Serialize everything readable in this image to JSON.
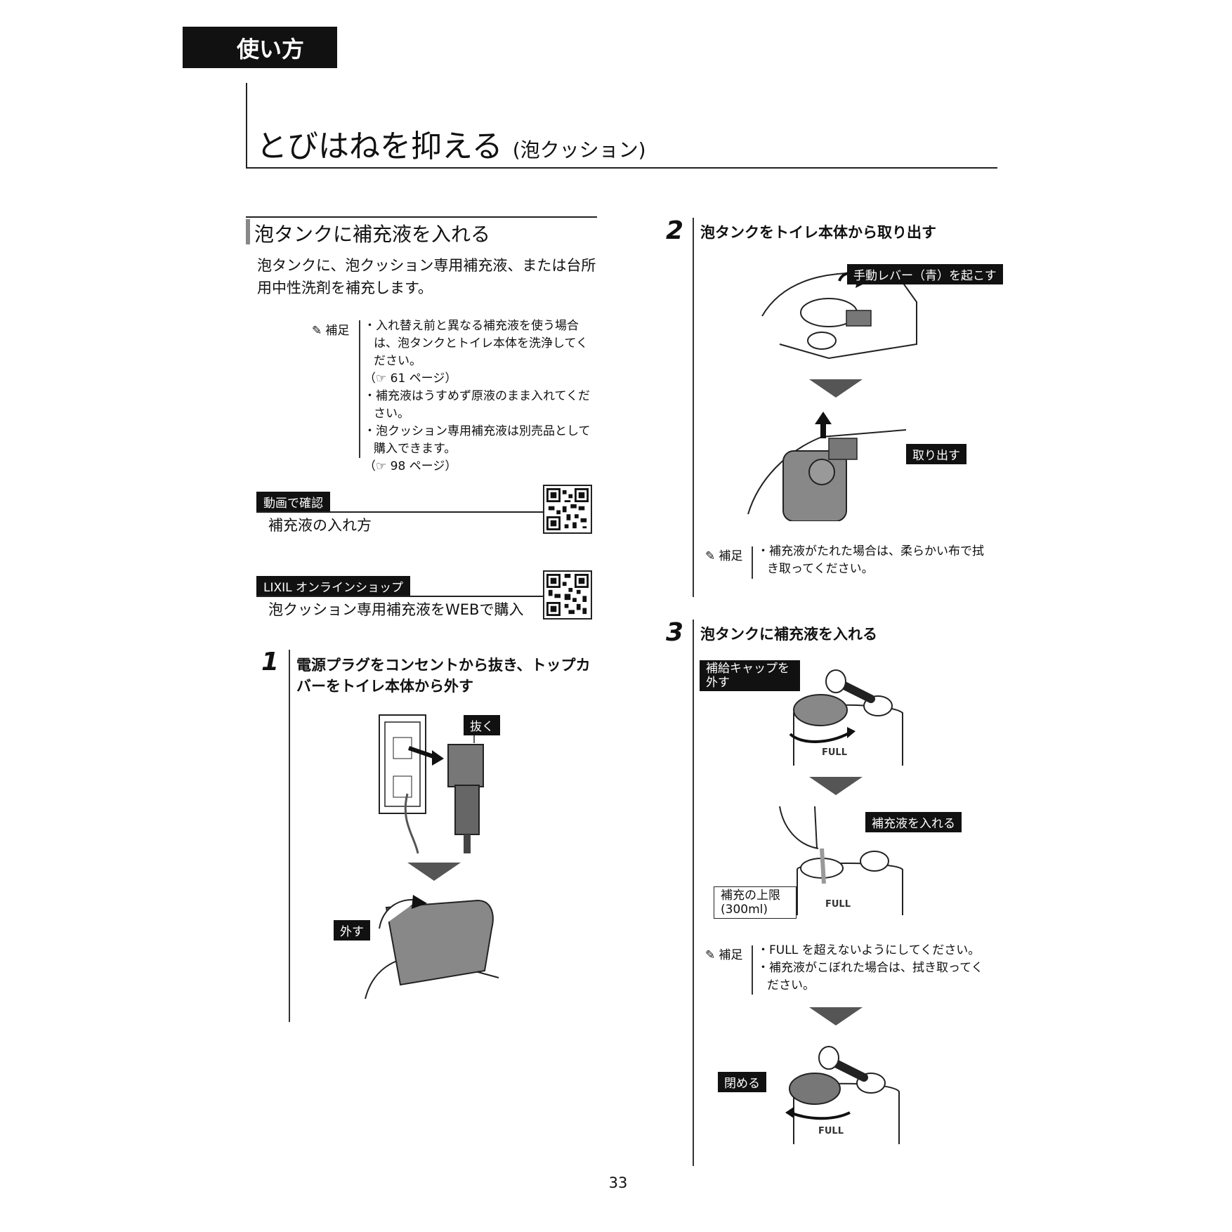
{
  "header": {
    "section_label": "使い方"
  },
  "title": {
    "main": "とびはねを抑える",
    "sub": "(泡クッション)"
  },
  "sub_section": {
    "heading": "泡タンクに補充液を入れる",
    "intro": "泡タンクに、泡クッション専用補充液、または台所用中性洗剤を補充します。"
  },
  "note_label": "補足",
  "note1": {
    "items": [
      "・入れ替え前と異なる補充液を使う場合は、泡タンクとトイレ本体を洗浄してください。",
      "（☞ 61 ページ）",
      "・補充液はうすめず原液のまま入れてください。",
      "・泡クッション専用補充液は別売品として購入できます。",
      "（☞ 98 ページ）"
    ]
  },
  "video": {
    "tag": "動画で確認",
    "text": "補充液の入れ方"
  },
  "shop": {
    "tag": "LIXIL オンラインショップ",
    "text": "泡クッション専用補充液をWEBで購入"
  },
  "step1": {
    "number": "1",
    "title": "電源プラグをコンセントから抜き、トップカバーをトイレ本体から外す",
    "callout_pull": "抜く",
    "callout_remove": "外す"
  },
  "step2": {
    "number": "2",
    "title": "泡タンクをトイレ本体から取り出す",
    "callout_lever": "手動レバー（青）を起こす",
    "callout_takeout": "取り出す",
    "note_items": [
      "・補充液がたれた場合は、柔らかい布で拭き取ってください。"
    ]
  },
  "step3": {
    "number": "3",
    "title": "泡タンクに補充液を入れる",
    "callout_cap": "補給キャップを外す",
    "callout_pour": "補充液を入れる",
    "callout_limit": "補充の上限(300ml)",
    "callout_close": "閉める",
    "full_mark": "FULL",
    "note_items": [
      "・FULL を超えないようにしてください。",
      "・補充液がこぼれた場合は、拭き取ってください。"
    ]
  },
  "page_number": "33"
}
